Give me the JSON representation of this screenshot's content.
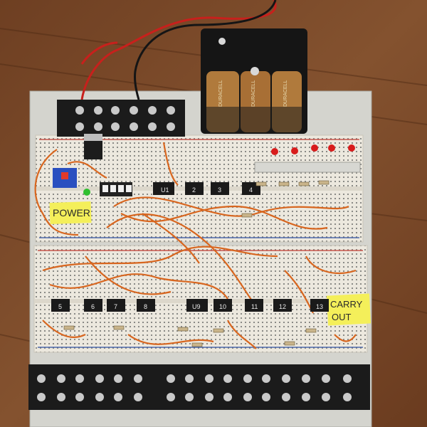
{
  "photo": {
    "labels": {
      "power": "POWER",
      "carry_out_line1": "CARRY",
      "carry_out_line2": "OUT"
    },
    "chip_labels": [
      "U1",
      "2",
      "3",
      "4",
      "5",
      "6",
      "7",
      "8",
      "U9",
      "10",
      "11",
      "12",
      "13"
    ],
    "battery_brand": "DURACELL",
    "colors": {
      "wood": "#7a4a2a",
      "wood_dark": "#5a3218",
      "plate": "#d8d8d2",
      "breadboard": "#ece8de",
      "wire_orange": "#d8661f",
      "wire_red": "#c8201c",
      "led_red": "#d81c1c",
      "led_green": "#2fbf2f",
      "sticky_note": "#f4ef5a",
      "terminal_block": "#1b1b1b",
      "battery_holder": "#151515",
      "battery_copper": "#b07a3c"
    }
  }
}
